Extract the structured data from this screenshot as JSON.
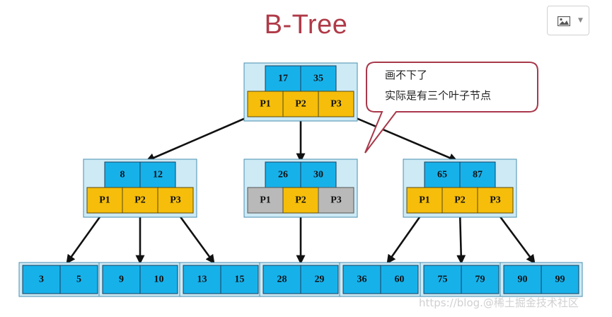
{
  "title": "B-Tree",
  "toolbar": {
    "image_button_icon": "image-icon",
    "dropdown_icon": "caret-down-icon"
  },
  "callout": {
    "lines": [
      "画不下了",
      "实际是有三个叶子节点"
    ]
  },
  "watermark": "https://blog.@稀土掘金技术社区",
  "colors": {
    "key": "#17b1ea",
    "pointer": "#f6be0a",
    "null_pointer": "#b9b9b9",
    "node_bg": "#cdeaf5",
    "title": "#b03a48"
  },
  "tree": {
    "root": {
      "keys": [
        "17",
        "35"
      ],
      "pointers": [
        "P1",
        "P2",
        "P3"
      ],
      "null": [
        false,
        false,
        false
      ]
    },
    "internal": [
      {
        "keys": [
          "8",
          "12"
        ],
        "pointers": [
          "P1",
          "P2",
          "P3"
        ],
        "null": [
          false,
          false,
          false
        ]
      },
      {
        "keys": [
          "26",
          "30"
        ],
        "pointers": [
          "P1",
          "P2",
          "P3"
        ],
        "null": [
          true,
          false,
          true
        ]
      },
      {
        "keys": [
          "65",
          "87"
        ],
        "pointers": [
          "P1",
          "P2",
          "P3"
        ],
        "null": [
          false,
          false,
          false
        ]
      }
    ],
    "leaves": [
      [
        "3",
        "5"
      ],
      [
        "9",
        "10"
      ],
      [
        "13",
        "15"
      ],
      [
        "28",
        "29"
      ],
      [
        "36",
        "60"
      ],
      [
        "75",
        "79"
      ],
      [
        "90",
        "99"
      ]
    ]
  }
}
